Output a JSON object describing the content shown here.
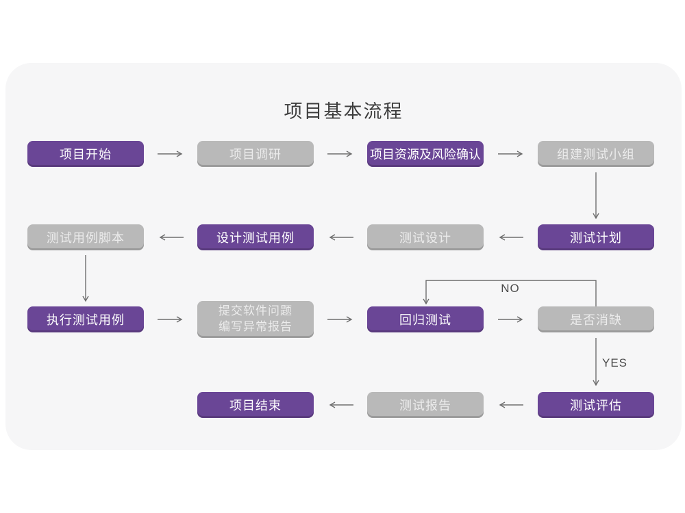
{
  "title": "项目基本流程",
  "colors": {
    "accent_purple": "#6a4696",
    "node_gray": "#b9b9b9",
    "card_background": "#f6f6f7",
    "arrow": "#6e6e6e"
  },
  "nodes": {
    "project_start": "项目开始",
    "project_research": "项目调研",
    "resource_risk_confirm": "项目资源及风险确认",
    "build_test_team": "组建测试小组",
    "test_case_script": "测试用例脚本",
    "design_test_cases": "设计测试用例",
    "test_design": "测试设计",
    "test_plan": "测试计划",
    "execute_test_cases": "执行测试用例",
    "submit_issue_report": "提交软件问题\n编写异常报告",
    "regression_test": "回归测试",
    "defect_resolved": "是否消缺",
    "project_end": "项目结束",
    "test_report": "测试报告",
    "test_evaluation": "测试评估"
  },
  "edge_labels": {
    "no": "NO",
    "yes": "YES"
  }
}
